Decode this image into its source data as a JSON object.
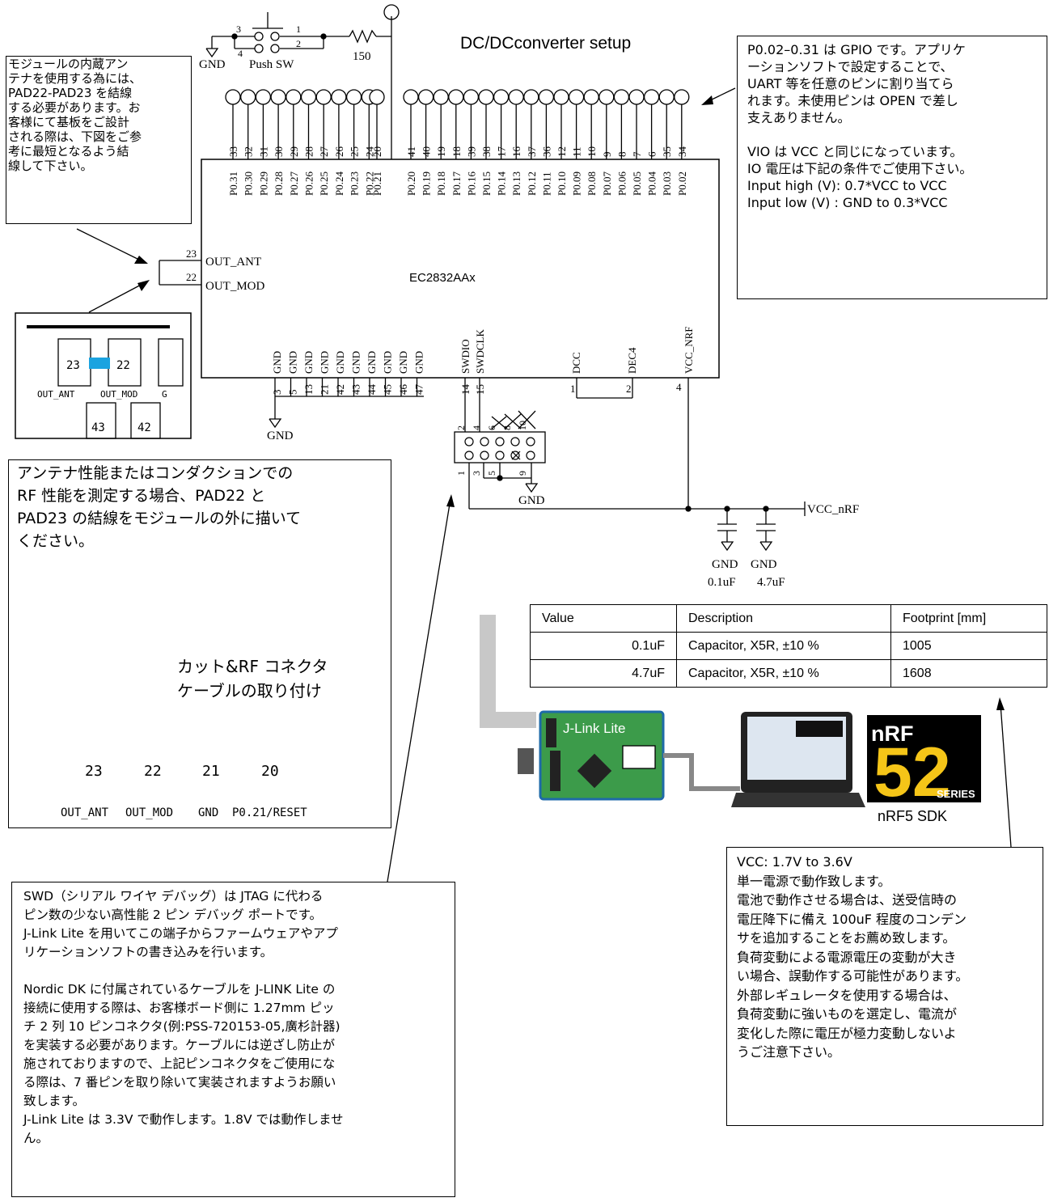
{
  "title": "DC/DCconverter setup",
  "chip": {
    "name": "EC2832AAx",
    "top_pins": [
      {
        "num": "33",
        "name": "P0.31"
      },
      {
        "num": "32",
        "name": "P0.30"
      },
      {
        "num": "31",
        "name": "P0.29"
      },
      {
        "num": "30",
        "name": "P0.28"
      },
      {
        "num": "29",
        "name": "P0.27"
      },
      {
        "num": "28",
        "name": "P0.26"
      },
      {
        "num": "27",
        "name": "P0.25"
      },
      {
        "num": "26",
        "name": "P0.24"
      },
      {
        "num": "25",
        "name": "P0.23"
      },
      {
        "num": "24",
        "name": "P0.22"
      },
      {
        "num": "20",
        "name": "P0.21"
      },
      {
        "num": "41",
        "name": "P0.20"
      },
      {
        "num": "40",
        "name": "P0.19"
      },
      {
        "num": "19",
        "name": "P0.18"
      },
      {
        "num": "18",
        "name": "P0.17"
      },
      {
        "num": "39",
        "name": "P0.16"
      },
      {
        "num": "38",
        "name": "P0.15"
      },
      {
        "num": "17",
        "name": "P0.14"
      },
      {
        "num": "16",
        "name": "P0.13"
      },
      {
        "num": "37",
        "name": "P0.12"
      },
      {
        "num": "36",
        "name": "P0.11"
      },
      {
        "num": "12",
        "name": "P0.10"
      },
      {
        "num": "11",
        "name": "P0.09"
      },
      {
        "num": "10",
        "name": "P0.08"
      },
      {
        "num": "9",
        "name": "P0.07"
      },
      {
        "num": "8",
        "name": "P0.06"
      },
      {
        "num": "7",
        "name": "P0.05"
      },
      {
        "num": "6",
        "name": "P0.04"
      },
      {
        "num": "35",
        "name": "P0.03"
      },
      {
        "num": "34",
        "name": "P0.02"
      }
    ],
    "gnd_pins": [
      "3",
      "5",
      "13",
      "21",
      "42",
      "43",
      "44",
      "45",
      "46",
      "47"
    ],
    "gnd_label": "GND",
    "left_pins": [
      {
        "num": "23",
        "name": "OUT_ANT"
      },
      {
        "num": "22",
        "name": "OUT_MOD"
      }
    ],
    "swd_pins": [
      {
        "num": "14",
        "name": "SWDIO"
      },
      {
        "num": "15",
        "name": "SWDCLK"
      }
    ],
    "dc_pins": [
      {
        "num": "1",
        "name": "DCC"
      },
      {
        "num": "2",
        "name": "DEC4"
      }
    ],
    "vcc_pin": {
      "num": "4",
      "name": "VCC_NRF"
    }
  },
  "switch": {
    "label": "Push SW",
    "pins": [
      "3",
      "4",
      "1",
      "2"
    ],
    "gnd": "GND",
    "resistor": "150"
  },
  "connector": {
    "pins_top": [
      "2",
      "4",
      "6",
      "8",
      "10"
    ],
    "pins_bottom": [
      "1",
      "3",
      "5",
      "9"
    ],
    "gnd": "GND"
  },
  "power": {
    "net": "VCC_nRF",
    "gnd1": "GND",
    "gnd2": "GND",
    "cap1": "0.1uF",
    "cap2": "4.7uF",
    "gnd_main": "GND"
  },
  "pad_inset": {
    "pads": [
      "23",
      "22"
    ],
    "labels": [
      "OUT_ANT",
      "OUT_MOD",
      "G"
    ],
    "bottom": [
      "43",
      "42"
    ]
  },
  "rf_figure": {
    "label_lines": [
      "カット&RF コネクタ",
      "ケーブルの取り付け"
    ],
    "pads": [
      "23",
      "22",
      "21",
      "20"
    ],
    "pad_labels": [
      "OUT_ANT",
      "OUT_MOD",
      "GND",
      "P0.21/RESET"
    ]
  },
  "notes": {
    "antenna": [
      "モジュールの内蔵アン",
      "テナを使用する為には、",
      "PAD22-PAD23 を結線",
      "する必要があります。お",
      "客様にて基板をご設計",
      "される際は、下図をご参",
      "考に最短となるよう結",
      "線して下さい。"
    ],
    "gpio": [
      "P0.02–0.31 は GPIO です。アプリケ",
      "ーションソフトで設定することで、",
      "UART 等を任意のピンに割り当てら",
      "れます。未使用ピンは OPEN で差し",
      "支えありません。",
      "",
      "VIO は VCC と同じになっています。",
      "IO 電圧は下記の条件でご使用下さい。",
      "Input high (V): 0.7*VCC to VCC",
      "Input low (V) : GND to 0.3*VCC"
    ],
    "rf": [
      "アンテナ性能またはコンダクションでの",
      "RF 性能を測定する場合、PAD22 と",
      "PAD23 の結線をモジュールの外に描いて",
      "ください。"
    ],
    "swd": [
      "SWD（シリアル ワイヤ デバッグ）は JTAG に代わる",
      "ピン数の少ない高性能 2 ピン デバッグ ポートです。",
      "J-Link Lite を用いてこの端子からファームウェアやアプ",
      "リケーションソフトの書き込みを行います。",
      "",
      "Nordic DK に付属されているケーブルを J-LINK Lite の",
      "接続に使用する際は、お客様ボード側に 1.27mm ピッ",
      "チ 2 列 10 ピンコネクタ(例:PSS-720153-05,廣杉計器)",
      "を実装する必要があります。ケーブルには逆ざし防止が",
      "施されておりますので、上記ピンコネクタをご使用にな",
      "る際は、7 番ピンを取り除いて実装されますようお願い",
      "致します。",
      "J-Link Lite は 3.3V で動作します。1.8V では動作しませ",
      "ん。"
    ],
    "vcc": [
      "VCC: 1.7V to 3.6V",
      "単一電源で動作致します。",
      "電池で動作させる場合は、送受信時の",
      "電圧降下に備え 100uF 程度のコンデン",
      "サを追加することをお薦め致します。",
      "負荷変動による電源電圧の変動が大き",
      "い場合、誤動作する可能性があります。",
      "外部レギュレータを使用する場合は、",
      "負荷変動に強いものを選定し、電流が",
      "変化した際に電圧が極力変動しないよ",
      "うご注意下さい。"
    ]
  },
  "bom": {
    "headers": [
      "Value",
      "Description",
      "Footprint [mm]"
    ],
    "rows": [
      [
        "0.1uF",
        "Capacitor, X5R, ±10 %",
        "1005"
      ],
      [
        "4.7uF",
        "Capacitor, X5R, ±10 %",
        "1608"
      ]
    ]
  },
  "jlink": {
    "label": "J-Link Lite"
  },
  "nrf_logo": {
    "brand": "nRF",
    "number": "52",
    "series": "SERIES",
    "caption": "nRF5 SDK"
  }
}
